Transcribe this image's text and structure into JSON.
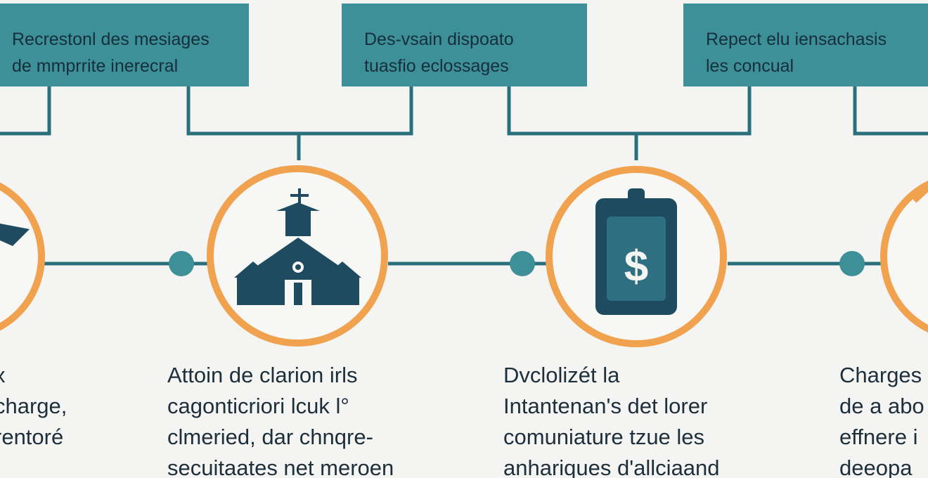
{
  "colors": {
    "background": "#f4f4f2",
    "header_fill": "#3d8f98",
    "header_text": "#152f3c",
    "connector": "#2a6f7c",
    "circle_ring": "#f0a24e",
    "icon_fill": "#1f4b60",
    "icon_accent": "#3d8f98",
    "body_text": "#1d2f3b"
  },
  "headers": [
    {
      "lines": [
        "Recrestonl des mesiages",
        "de mmprrite inerecral"
      ]
    },
    {
      "lines": [
        "Des-vsain dispoato",
        "tuasfio eclossages"
      ]
    },
    {
      "lines": [
        "Repect elu iensachasis",
        "les concual"
      ]
    }
  ],
  "steps": [
    {
      "icon": "partial-tool-icon",
      "lines": [
        "x",
        "charge,",
        "rentoré"
      ]
    },
    {
      "icon": "church-icon",
      "lines": [
        "Attoin de clarion irls",
        "cagonticriori lcuk l°",
        "clmeried, dar chnqre-",
        "secuitaates net meroen"
      ]
    },
    {
      "icon": "money-jar-icon",
      "lines": [
        "Dvclolizét la",
        "Intantenan's det lorer",
        "comuniature tzue les",
        "anhariques d'allciaand"
      ]
    },
    {
      "icon": "prohibited-icon",
      "lines": [
        "Charges",
        "de a abo",
        "effnere i",
        "deeopa"
      ]
    }
  ]
}
